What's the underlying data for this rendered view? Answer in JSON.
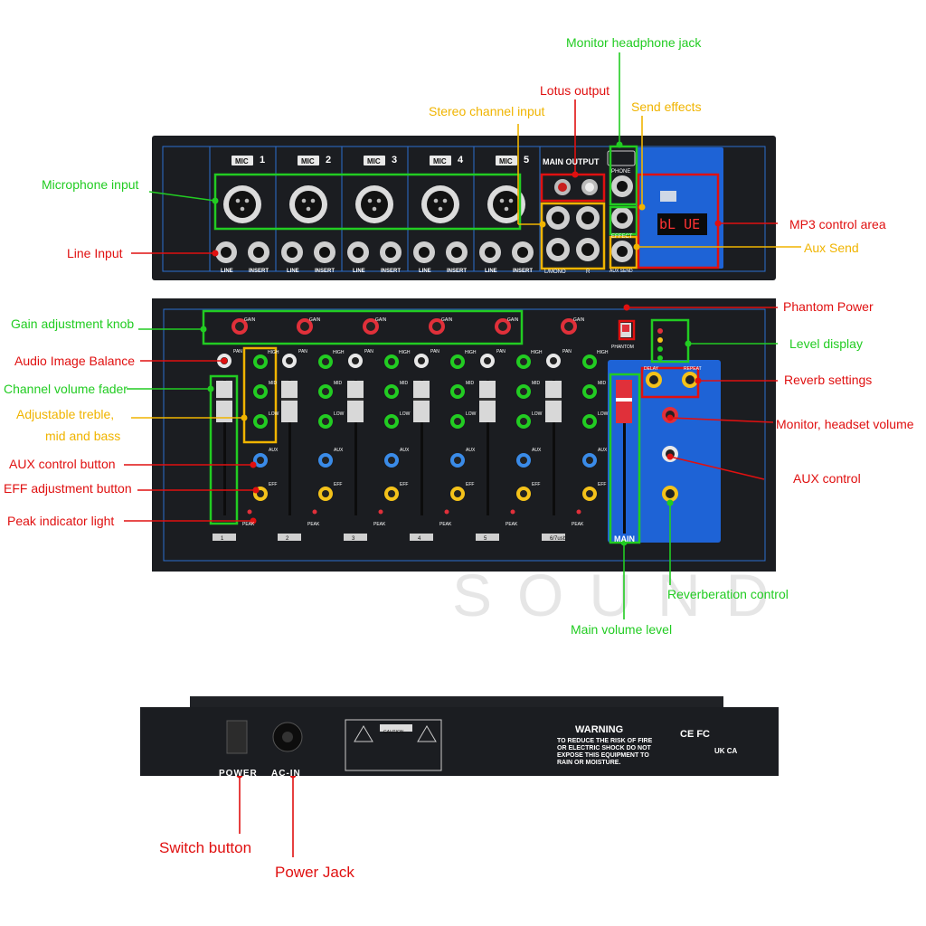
{
  "watermark": "SOUND",
  "colors": {
    "green": "#22cc22",
    "red": "#e01010",
    "orange": "#f0b400",
    "body": "#1b1d21",
    "blue": "#1e63d6"
  },
  "labels": {
    "monitor_headphone_jack": "Monitor headphone jack",
    "lotus_output": "Lotus output",
    "stereo_channel_input": "Stereo channel input",
    "send_effects": "Send effects",
    "microphone_input": "Microphone input",
    "mp3_control_area": "MP3 control area",
    "line_input": "Line Input",
    "aux_send": "Aux Send",
    "phantom_power": "Phantom Power",
    "gain_adjustment_knob": "Gain adjustment knob",
    "level_display": "Level display",
    "audio_image_balance": "Audio Image Balance",
    "reverb_settings": "Reverb settings",
    "channel_volume_fader": "Channel volume fader",
    "adjustable_eq_line1": "Adjustable treble,",
    "adjustable_eq_line2": "mid and bass",
    "monitor_headset_volume": "Monitor, headset volume",
    "aux_control_button": "AUX control button",
    "aux_control": "AUX control",
    "eff_adjustment_button": "EFF adjustment button",
    "peak_indicator_light": "Peak indicator light",
    "reverberation_control": "Reverberation control",
    "main_volume_level": "Main volume level",
    "switch_button": "Switch button",
    "power_jack": "Power Jack"
  },
  "device": {
    "mic_label": "MIC",
    "channels": [
      "1",
      "2",
      "3",
      "4",
      "5"
    ],
    "main_output": "MAIN OUTPUT",
    "phone": "PHONE",
    "effect": "EFFECT",
    "aux_send": "AUX SEND",
    "line": "LINE",
    "insert": "INSERT",
    "l_mono": "L/MONO",
    "r": "R",
    "mp3_display": "bL UE",
    "gain": "GAIN",
    "pan": "PAN",
    "high": "HIGH",
    "mid": "MID",
    "low": "LOW",
    "aux": "AUX",
    "eff": "EFF",
    "peak": "PEAK",
    "phantom": "PHANTOM",
    "main": "MAIN",
    "strip_numbers": [
      "1",
      "2",
      "3",
      "4",
      "5",
      "6/7usb"
    ],
    "delay": "DELAY",
    "repeat": "REPEAT"
  },
  "rear": {
    "power": "POWER",
    "ac_in": "AC-IN",
    "caution": "CAUTION",
    "warning_title": "WARNING",
    "warning_text": [
      "TO REDUCE THE RISK OF FIRE",
      "OR ELECTRIC SHOCK DO NOT",
      "EXPOSE THIS EQUIPMENT TO",
      "RAIN OR MOISTURE."
    ],
    "cert_ce": "CE FC",
    "cert_uk": "UK CA"
  }
}
